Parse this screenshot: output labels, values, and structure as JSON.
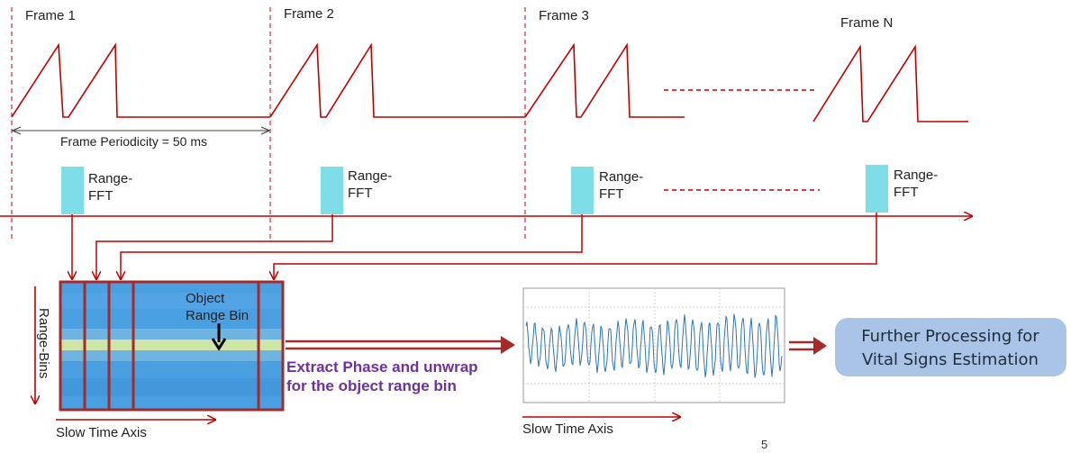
{
  "frames": {
    "labels": [
      "Frame 1",
      "Frame 2",
      "Frame 3",
      "Frame N"
    ],
    "periodicity_label": "Frame Periodicity = 50 ms"
  },
  "fft": {
    "label_line1": "Range-",
    "label_line2": "FFT"
  },
  "matrix": {
    "object_line1": "Object",
    "object_line2": "Range Bin",
    "y_axis_label": "Range-Bins",
    "x_axis_label": "Slow Time Axis"
  },
  "extract": {
    "line1": "Extract Phase and unwrap",
    "line2": "for the object range bin"
  },
  "waveform": {
    "x_axis_label": "Slow Time Axis"
  },
  "further": {
    "line1": "Further Processing for",
    "line2": "Vital Signs Estimation"
  },
  "page_number": "5",
  "colors": {
    "signal_red": "#c00000",
    "frame_box": "#a52a2a",
    "fft_cyan": "#7fdde8",
    "matrix_blue": "#4a9fe0",
    "purple_text": "#7030a0",
    "further_box": "#a9c4e6",
    "waveform_line": "#2e75b6"
  }
}
